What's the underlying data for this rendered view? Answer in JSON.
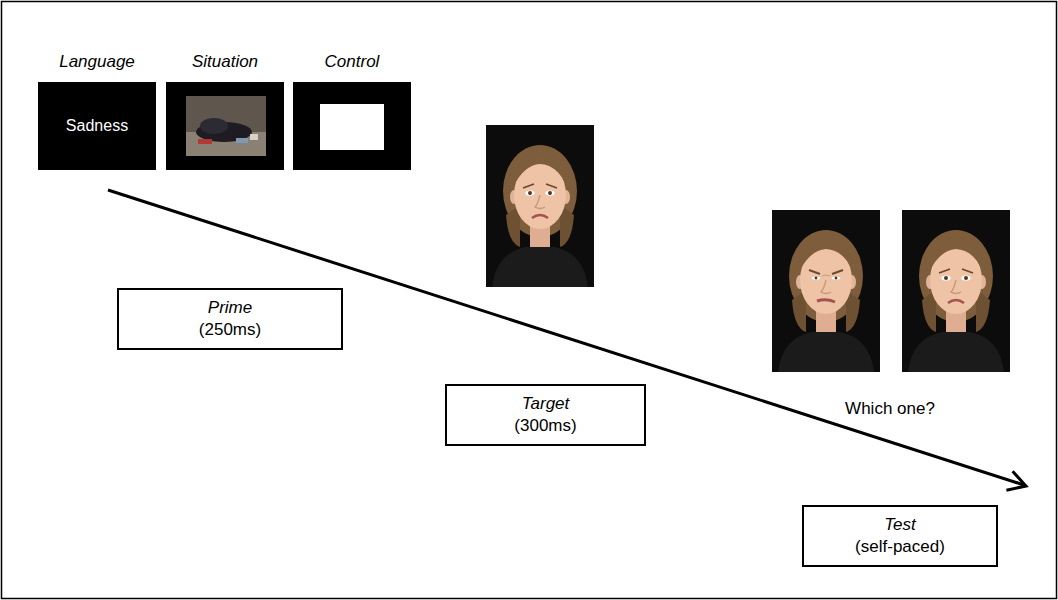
{
  "diagram": {
    "nodes": [
      {
        "text": [
          "Language",
          "Sadness"
        ]
      },
      {
        "text": [
          "Situation"
        ]
      },
      {
        "text": [
          "Control"
        ]
      },
      {
        "text": [
          "Prime",
          "(250ms)"
        ]
      },
      {
        "text": [
          "Target",
          "(300ms)"
        ]
      },
      {
        "text": [
          "Test",
          "(self-paced)"
        ]
      }
    ],
    "labels": [
      "Which one?"
    ]
  }
}
